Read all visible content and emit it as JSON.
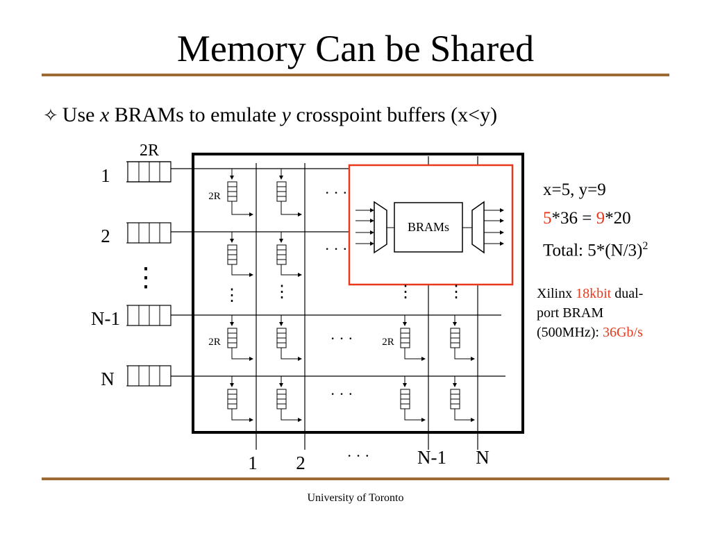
{
  "title": "Memory Can be Shared",
  "bullet": {
    "icon": "hollow-star-icon",
    "prefix": "Use",
    "var_x": "x",
    "middle": "BRAMs to emulate",
    "var_y": "y",
    "suffix": "crosspoint buffers (x<y)"
  },
  "diagram": {
    "input_buffer_label": "2R",
    "input_rows": [
      "1",
      "2",
      "N-1",
      "N"
    ],
    "output_cols": [
      "1",
      "2",
      "N-1",
      "N"
    ],
    "ellipsis": "· · ·",
    "vertical_ellipsis": "⋮",
    "crosspoint_label": "2R",
    "bram_label": "BRAMs"
  },
  "notes": {
    "line1": "x=5, y=9",
    "line2_a": "5",
    "line2_b": "*36 = ",
    "line2_c": "9",
    "line2_d": "*20",
    "line3": "Total: 5*(N/3)",
    "line3_sup": "2",
    "xilinx_a": "Xilinx ",
    "xilinx_b": "18kbit",
    "xilinx_c": " dual-",
    "xilinx_d": "port BRAM",
    "xilinx_e": "(500MHz): ",
    "xilinx_f": "36Gb/s"
  },
  "colors": {
    "rule": "#9b6a35",
    "highlight": "#e8391d"
  },
  "footer": "University of Toronto"
}
